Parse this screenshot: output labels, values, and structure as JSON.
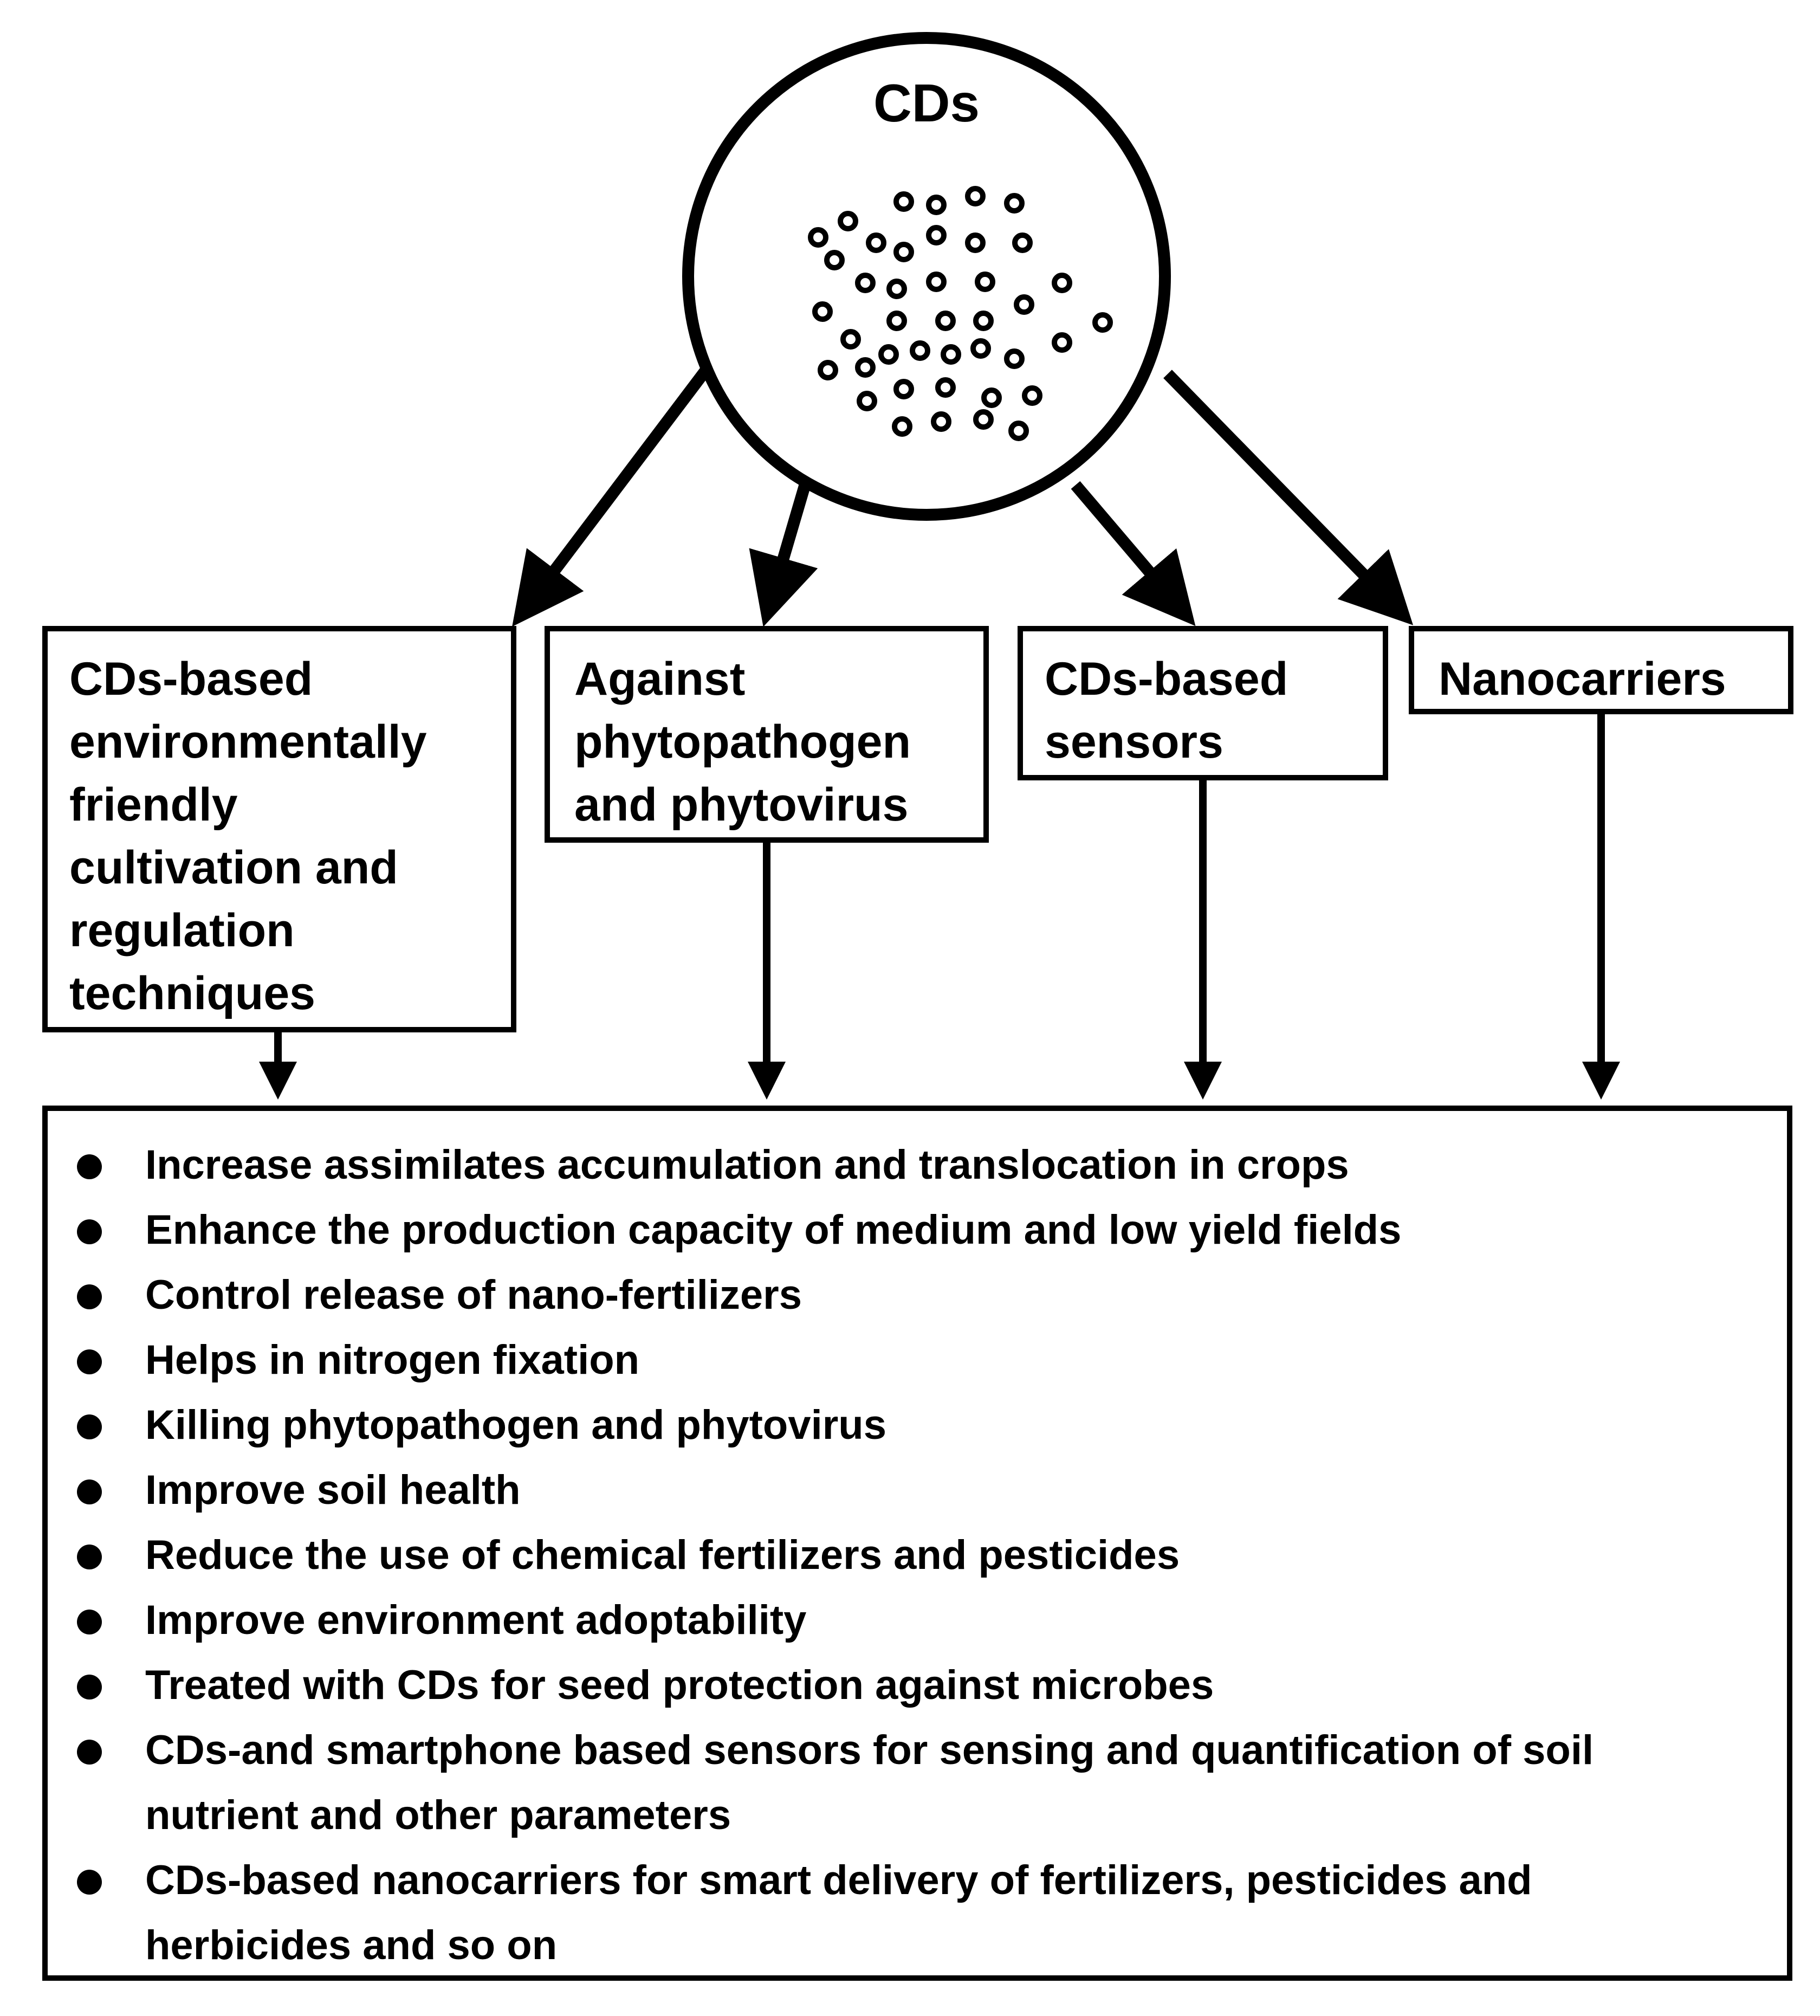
{
  "hub": {
    "title": "CDs"
  },
  "boxes": [
    {
      "id": "cultivation",
      "label": "CDs-based\nenvironmentally\nfriendly\ncultivation and\nregulation\ntechniques"
    },
    {
      "id": "phytopathogen",
      "label": "Against\nphytopathogen\nand phytovirus"
    },
    {
      "id": "sensors",
      "label": "CDs-based\nsensors"
    },
    {
      "id": "nanocarriers",
      "label": "Nanocarriers"
    }
  ],
  "outcomes": [
    "Increase assimilates accumulation and translocation in crops",
    "Enhance the production capacity of medium and low yield fields",
    "Control release of nano-fertilizers",
    "Helps in nitrogen fixation",
    "Killing phytopathogen and phytovirus",
    "Improve soil health",
    "Reduce the use of chemical fertilizers and pesticides",
    "Improve environment adoptability",
    "Treated with CDs for seed protection against microbes",
    "CDs-and smartphone based sensors for sensing and quantification of soil\nnutrient and other parameters",
    "CDs-based nanocarriers for smart delivery of fertilizers, pesticides and\nherbicides and so on"
  ]
}
